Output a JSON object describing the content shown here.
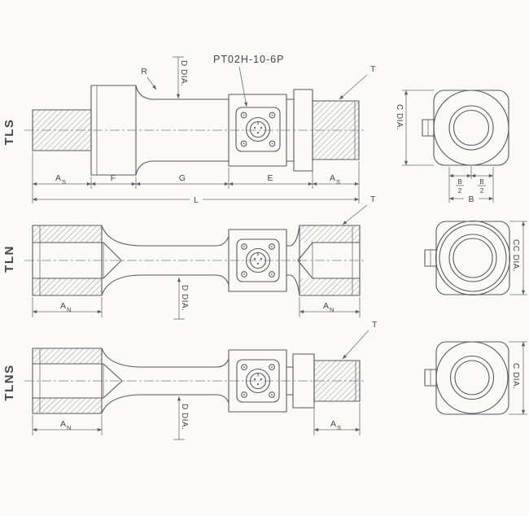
{
  "drawing": {
    "background": "#fbfaf6",
    "line_color": "#595a62",
    "label_color": "#1a6db5",
    "part_number": "PT02H-10-6P",
    "rows": {
      "tls": {
        "label": "TLS",
        "dims": {
          "r": "R",
          "d_dia": "D DIA.",
          "t": "T",
          "a_left": "A",
          "a_left_sub": "S",
          "f": "F",
          "g": "G",
          "e": "E",
          "a_right": "A",
          "a_right_sub": "S",
          "l": "L"
        },
        "end_view": {
          "c_dia": "C DIA.",
          "b_half_left_num": "B",
          "b_half_left_den": "2",
          "b_half_right_num": "B",
          "b_half_right_den": "2",
          "b": "B"
        }
      },
      "tln": {
        "label": "TLN",
        "dims": {
          "t": "T",
          "a_left": "A",
          "a_left_sub": "N",
          "a_right": "A",
          "a_right_sub": "N",
          "d_dia": "D DIA."
        },
        "end_view": {
          "cc_dia": "CC DIA."
        }
      },
      "tlns": {
        "label": "TLNS",
        "dims": {
          "t": "T",
          "a_left": "A",
          "a_left_sub": "N",
          "a_right": "A",
          "a_right_sub": "S",
          "d_dia": "D DIA."
        },
        "end_view": {
          "c_dia": "C DIA."
        }
      }
    }
  }
}
